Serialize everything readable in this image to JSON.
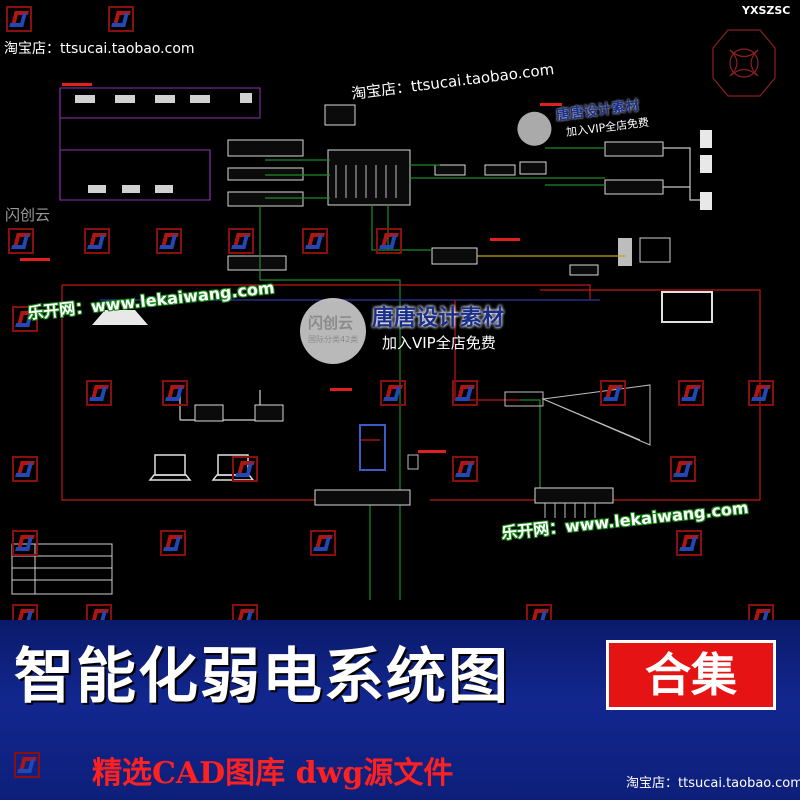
{
  "top_right_code": "YXSZSC",
  "shop_top_left": "淘宝店：ttsucai.taobao.com",
  "shop_center": "淘宝店：ttsucai.taobao.com",
  "shop_bottom": "淘宝店：ttsucai.taobao.com",
  "logo_text_left": "闪创云",
  "watermark_small": {
    "title": "唐唐设计素材",
    "sub": "加入VIP全店免费"
  },
  "watermark_big": {
    "brand": "闪创云",
    "brand_sub": "国际分类42类",
    "title": "唐唐设计素材",
    "sub": "加入VIP全店免费"
  },
  "site_watermark_1": "乐开网：www.lekaiwang.com",
  "site_watermark_2": "乐开网：www.lekaiwang.com",
  "title": "智能化弱电系统图",
  "badge": "合集",
  "subtitle": "精选CAD图库  dwg源文件",
  "colors": {
    "banner": "#12278f",
    "badge": "#e51313",
    "wire_red": "#c01818",
    "wire_green": "#1f8a2a",
    "wire_purple": "#7a2a9a",
    "wire_yellow": "#c8a018"
  }
}
